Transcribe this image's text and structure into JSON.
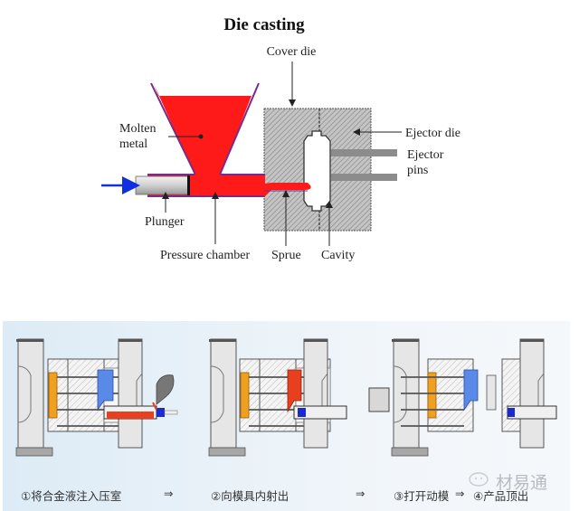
{
  "diagram": {
    "title": "Die casting",
    "labels": {
      "cover_die": "Cover die",
      "molten_metal_1": "Molten",
      "molten_metal_2": "metal",
      "ejector_die": "Ejector die",
      "ejector_pins_1": "Ejector",
      "ejector_pins_2": "pins",
      "plunger": "Plunger",
      "pressure_chamber": "Pressure chamber",
      "sprue": "Sprue",
      "cavity": "Cavity"
    },
    "colors": {
      "molten_metal": "#ff1a1a",
      "die_fill": "#bdbdbd",
      "plunger_fill": "#d9d9d9",
      "arrow_blue": "#1030e0",
      "outline_purple": "#7a2a8a"
    }
  },
  "process_steps": {
    "steps": [
      {
        "label": "①将合金液注入压室"
      },
      {
        "label": "②向模具内射出"
      },
      {
        "label": "③打开动模"
      },
      {
        "label": "④产品顶出"
      }
    ],
    "arrow": "⇒",
    "colors": {
      "ejector_plate": "#f0a020",
      "casting_blue": "#5a8ae8",
      "casting_red": "#e8401e",
      "plunger_tip": "#1a2ad0",
      "machine_gray": "#e4e4e4"
    }
  },
  "watermark": {
    "text": "材易通"
  }
}
